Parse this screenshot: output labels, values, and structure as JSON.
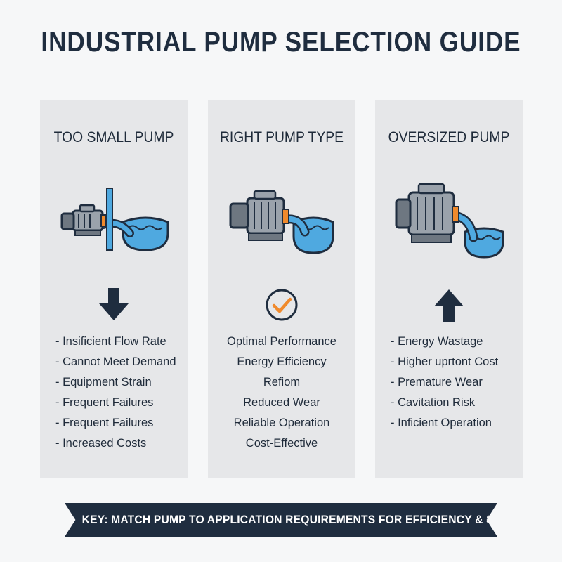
{
  "title": "INDUSTRIAL PUMP SELECTION GUIDE",
  "panels": [
    {
      "heading": "TOO SMALL PUMP",
      "indicator_icon": "arrow-down-icon",
      "items": [
        "- Insificient Flow Rate",
        "- Cannot Meet Demand",
        "- Equipment Strain",
        "- Frequent Failures",
        "- Frequent Failures",
        "- Increased Costs"
      ]
    },
    {
      "heading": "RIGHT PUMP TYPE",
      "indicator_icon": "check-circle-icon",
      "items": [
        "Optimal Performance",
        "Energy Efficiency",
        "Refiom",
        "Reduced Wear",
        "Reliable Operation",
        "Cost-Effective"
      ]
    },
    {
      "heading": "OVERSIZED PUMP",
      "indicator_icon": "arrow-up-icon",
      "items": [
        "- Energy Wastage",
        "- Higher uprtont Cost",
        "- Premature Wear",
        "- Cavitation Risk",
        "- Inficient Operation"
      ]
    }
  ],
  "banner": "KEY: MATCH PUMP TO APPLICATION REQUIREMENTS FOR EFFICIENCY & SAVINGS",
  "colors": {
    "navy": "#1f2d3f",
    "panel": "#e6e7e9",
    "water": "#4fa9e0",
    "accent": "#f08a2c",
    "pump_body": "#9aa2ab"
  }
}
